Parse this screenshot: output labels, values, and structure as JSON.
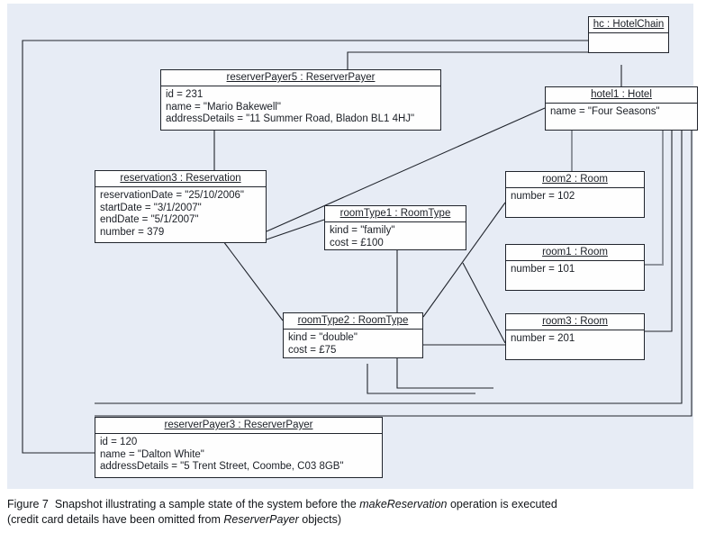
{
  "figure": {
    "caption_prefix": "Figure 7",
    "caption_line1_a": "Snapshot illustrating a sample state of the system before the ",
    "caption_line1_em": "makeReservation",
    "caption_line1_b": " operation is executed",
    "caption_line2_a": "(credit card details have been omitted from ",
    "caption_line2_em": "ReserverPayer",
    "caption_line2_b": " objects)"
  },
  "colors": {
    "canvas_background": "#e7ecf5",
    "box_fill": "#fefefe",
    "line": "#20242c",
    "text": "#1b1f26",
    "page_background": "#ffffff"
  },
  "objects": {
    "hc": {
      "header": "hc : HotelChain",
      "attributes": []
    },
    "hotel1": {
      "header": "hotel1 : Hotel",
      "attributes": [
        "name = \"Four Seasons\""
      ]
    },
    "reserverPayer5": {
      "header": "reserverPayer5 : ReserverPayer",
      "attributes": [
        "id = 231",
        "name = \"Mario Bakewell\"",
        "addressDetails = \"11 Summer Road, Bladon BL1 4HJ\""
      ]
    },
    "reservation3": {
      "header": "reservation3 : Reservation",
      "attributes": [
        "reservationDate = \"25/10/2006\"",
        "startDate = \"3/1/2007\"",
        "endDate = \"5/1/2007\"",
        "number = 379"
      ]
    },
    "roomType1": {
      "header": "roomType1 : RoomType",
      "attributes": [
        "kind = \"family\"",
        "cost = £100"
      ]
    },
    "roomType2": {
      "header": "roomType2 : RoomType",
      "attributes": [
        "kind = \"double\"",
        "cost = £75"
      ]
    },
    "room2": {
      "header": "room2 : Room",
      "attributes": [
        "number = 102"
      ]
    },
    "room1": {
      "header": "room1 : Room",
      "attributes": [
        "number = 101"
      ]
    },
    "room3": {
      "header": "room3 : Room",
      "attributes": [
        "number = 201"
      ]
    },
    "reserverPayer3": {
      "header": "reserverPayer3 : ReserverPayer",
      "attributes": [
        "id = 120",
        "name = \"Dalton White\"",
        "addressDetails = \"5 Trent Street, Coombe, C03 8GB\""
      ]
    }
  }
}
